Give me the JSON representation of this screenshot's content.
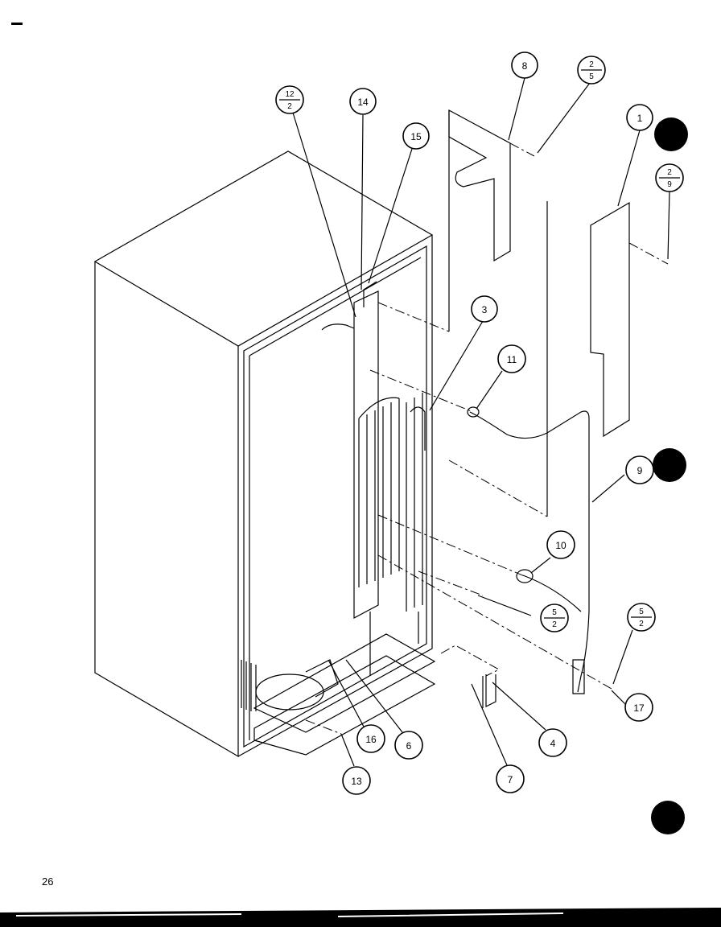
{
  "page_number": "26",
  "callouts": {
    "c1": "1",
    "c3": "3",
    "c4": "4",
    "c6": "6",
    "c7": "7",
    "c8": "8",
    "c9": "9",
    "c10": "10",
    "c11": "11",
    "c13": "13",
    "c14": "14",
    "c15": "15",
    "c16": "16",
    "c17": "17"
  },
  "fraction_callouts": {
    "f12_2": {
      "top": "12",
      "bottom": "2"
    },
    "f2_5": {
      "top": "2",
      "bottom": "5"
    },
    "f2_9": {
      "top": "2",
      "bottom": "9"
    },
    "f5_2_mid": {
      "top": "5",
      "bottom": "2"
    },
    "f5_2_right": {
      "top": "5",
      "bottom": "2"
    }
  },
  "colors": {
    "ink": "#000000",
    "paper": "#ffffff"
  }
}
